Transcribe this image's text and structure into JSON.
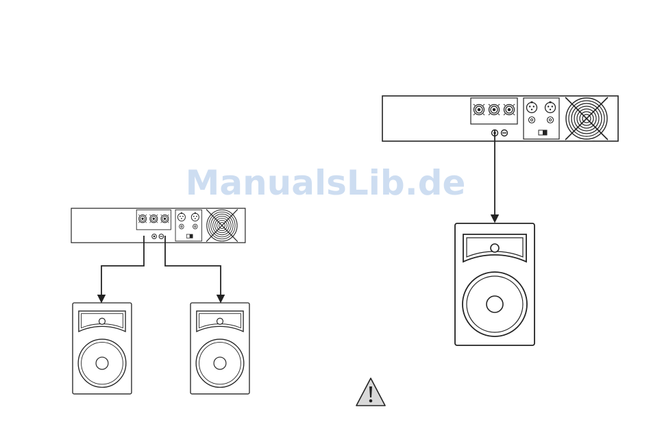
{
  "watermark": {
    "text": "ManualsLib.de"
  },
  "colors": {
    "line": "#222222",
    "device_fill": "#ffffff",
    "watermark": "#c5d8ef",
    "warning_fill": "#d9d9d9"
  },
  "diagrams": [
    {
      "id": "stereo",
      "amplifier": "amplifier",
      "speakers": [
        "left-speaker",
        "right-speaker"
      ]
    },
    {
      "id": "bridged",
      "amplifier": "amplifier",
      "speakers": [
        "speaker"
      ]
    }
  ],
  "icons": {
    "warning": "warning-triangle-icon"
  }
}
